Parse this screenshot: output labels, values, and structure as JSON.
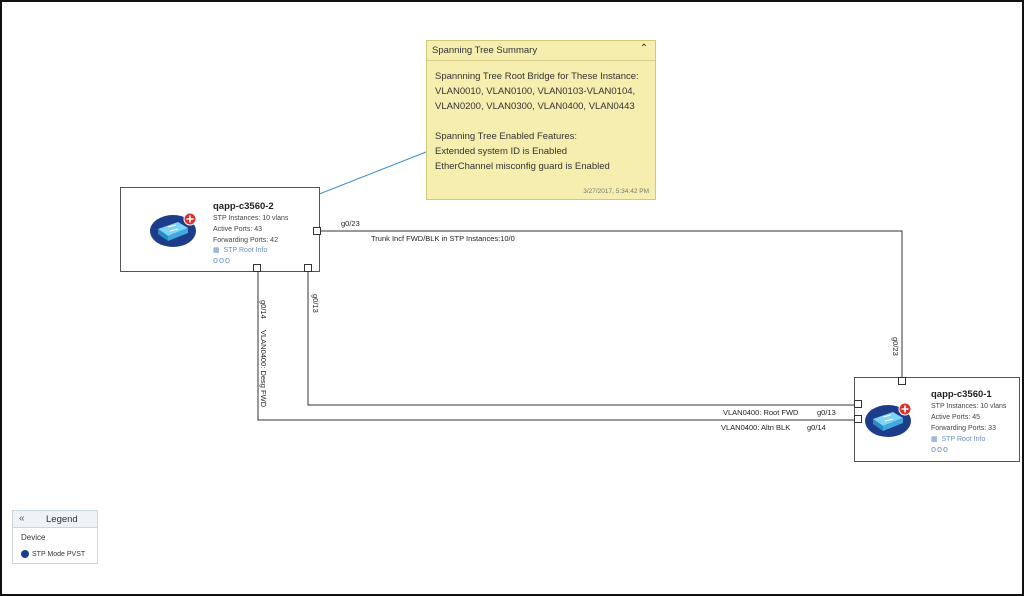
{
  "summary": {
    "title": "Spanning Tree Summary",
    "root_bridge_heading": "Spannning Tree Root Bridge for These Instance:",
    "root_bridge_vlans_1": "VLAN0010, VLAN0100, VLAN0103-VLAN0104,",
    "root_bridge_vlans_2": "VLAN0200, VLAN0300, VLAN0400, VLAN0443",
    "features_heading": "Spanning Tree Enabled Features:",
    "feature_1": "Extended system ID is Enabled",
    "feature_2": "EtherChannel misconfig guard is Enabled",
    "timestamp": "3/27/2017, 5:34:42 PM"
  },
  "devices": {
    "c3560_2": {
      "name": "qapp-c3560-2",
      "stp_instances": "STP Instances: 10 vlans",
      "active_ports": "Active Ports: 43",
      "forwarding_ports": "Forwarding Ports: 42",
      "stp_root_info": "STP Root Info",
      "more": "ooo"
    },
    "c3560_1": {
      "name": "qapp-c3560-1",
      "stp_instances": "STP Instances: 10 vlans",
      "active_ports": "Active Ports: 45",
      "forwarding_ports": "Forwarding Ports: 33",
      "stp_root_info": "STP Root Info",
      "more": "ooo"
    }
  },
  "links": {
    "trunk": {
      "port_a": "g0/23",
      "port_b": "g0/23",
      "label": "Trunk Incf FWD/BLK in STP Instances:10/0"
    },
    "link_13": {
      "port_a": "g0/13",
      "port_b": "g0/13",
      "label": "VLAN0400: Root FWD"
    },
    "link_14": {
      "port_a": "g0/14",
      "port_b": "g0/14",
      "label_a": "VLAN0400: Desg FWD",
      "label_b": "VLAN0400: Altn BLK"
    }
  },
  "legend": {
    "title": "Legend",
    "section": "Device",
    "item": "STP Mode PVST"
  },
  "colors": {
    "note_bg": "#f5eeae",
    "switch_circle": "#1d3d8a",
    "switch_body": "#4ab8e8",
    "alert_badge": "#d9342b",
    "link_color": "#6a8fc0",
    "annotation_line": "#3a8fd1"
  },
  "icons": {
    "switch": "network-switch-icon",
    "alert": "plus-badge-icon",
    "collapse": "chevron-up-icon",
    "legend_toggle": "double-chevron-left-icon",
    "root_info": "table-icon"
  }
}
